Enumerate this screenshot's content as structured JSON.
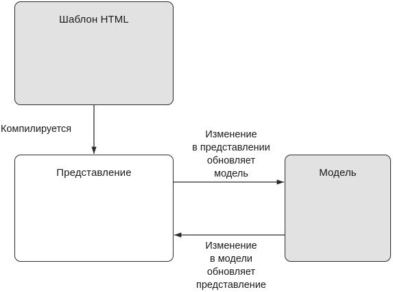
{
  "nodes": {
    "template": {
      "title": "Шаблон HTML"
    },
    "view": {
      "title": "Представление"
    },
    "model": {
      "title": "Модель"
    }
  },
  "edges": {
    "compile": {
      "label": "Компилируется"
    },
    "view_to_model": {
      "lines": [
        "Изменение",
        "в представлении",
        "обновляет",
        "модель"
      ]
    },
    "model_to_view": {
      "lines": [
        "Изменение",
        "в модели",
        "обновляет",
        "представление"
      ]
    }
  },
  "colors": {
    "filled_node": "#e2e2e2",
    "empty_node": "#ffffff",
    "stroke": "#2b2b2b"
  }
}
